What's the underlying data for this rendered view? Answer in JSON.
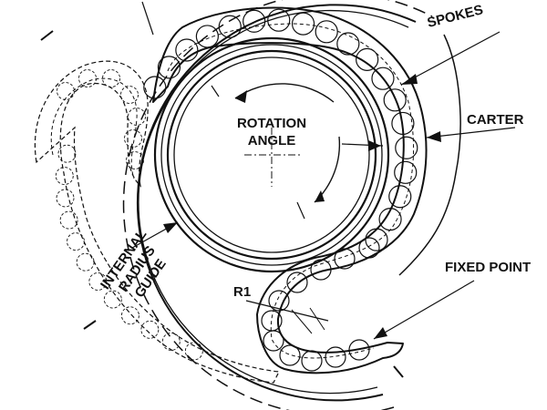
{
  "labels": {
    "spokes": "SPOKES",
    "carter": "CARTER",
    "rotation_line1": "ROTATION",
    "rotation_line2": "ANGLE",
    "fixed_point": "FIXED POINT",
    "r1": "R1",
    "guide_line1": "INTERNAL",
    "guide_line2": "RADIUS",
    "guide_line3": "GUIDE"
  },
  "colors": {
    "ink": "#111111",
    "background": "#ffffff"
  }
}
